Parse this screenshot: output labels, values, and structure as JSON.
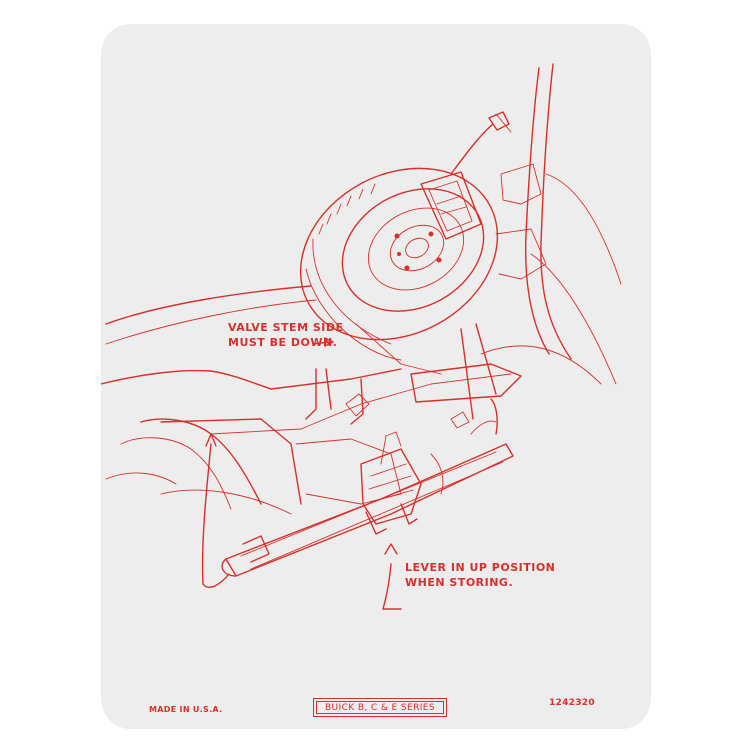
{
  "decal": {
    "background": "#ededed",
    "ink_color": "#d9302c",
    "callouts": {
      "valve_stem_line1": "VALVE STEM SIDE",
      "valve_stem_line2": "MUST BE DOWN.",
      "lever_line1": "LEVER IN UP POSITION",
      "lever_line2": "WHEN STORING."
    },
    "footer": {
      "made_in": "MADE IN U.S.A.",
      "series": "BUICK B, C & E SERIES",
      "part_number": "1242320"
    },
    "illustration": "spare-tire-and-jack-stowage-diagram"
  }
}
